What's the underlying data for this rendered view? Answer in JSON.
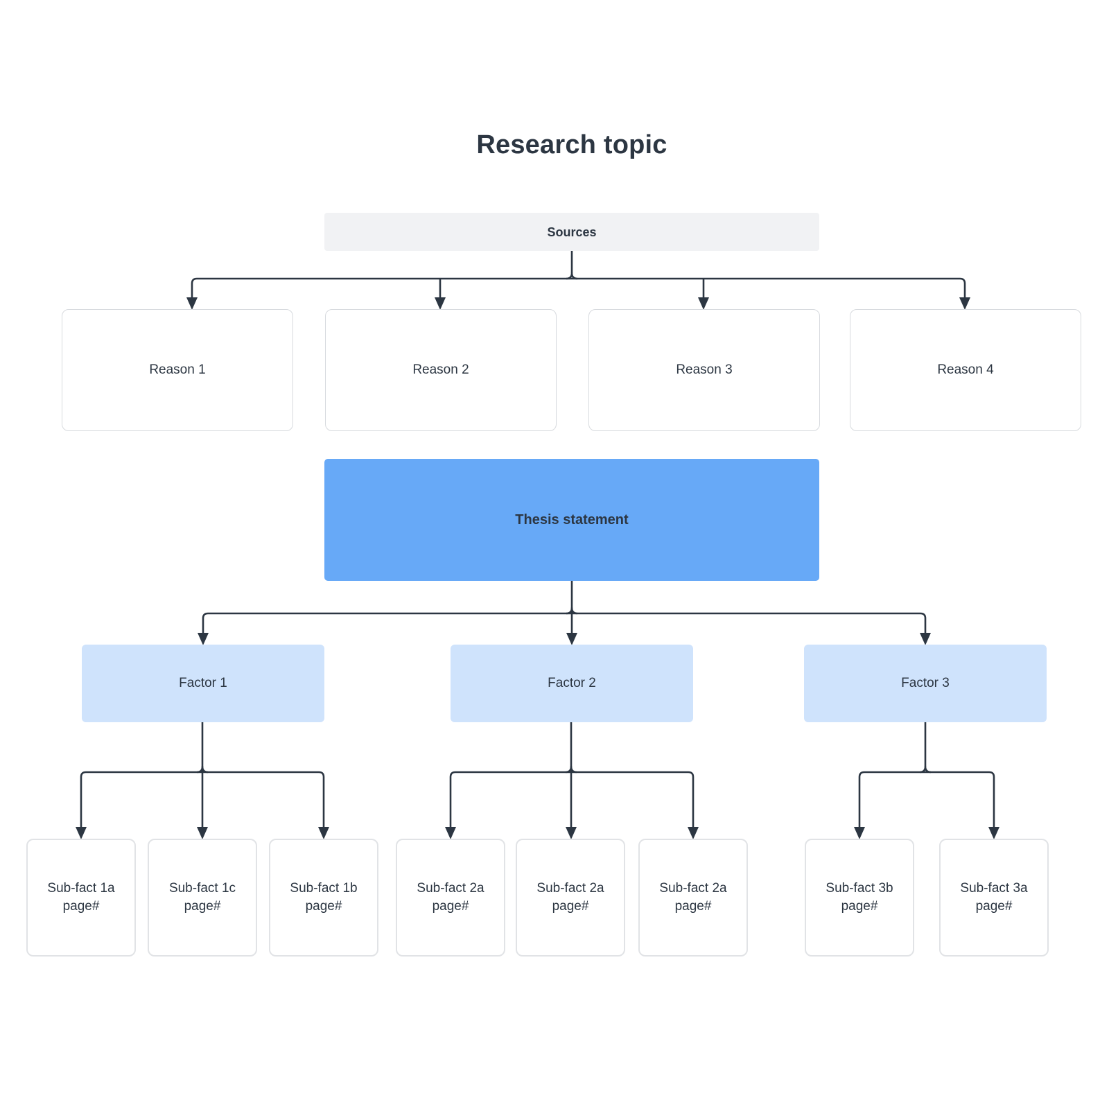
{
  "title": "Research topic",
  "colors": {
    "text": "#2c3642",
    "line": "#2c3642",
    "thesis_bg": "#67a9f7",
    "factor_bg": "#cfe3fc",
    "sources_bg": "#f1f2f4",
    "reason_border": "#d7dade",
    "subfact_border": "#e1e3e6",
    "canvas_bg": "#ffffff"
  },
  "sources": {
    "label": "Sources"
  },
  "reasons": [
    {
      "label": "Reason 1"
    },
    {
      "label": "Reason 2"
    },
    {
      "label": "Reason 3"
    },
    {
      "label": "Reason 4"
    }
  ],
  "thesis": {
    "label": "Thesis statement"
  },
  "factors": [
    {
      "label": "Factor 1"
    },
    {
      "label": "Factor 2"
    },
    {
      "label": "Factor 3"
    }
  ],
  "subfacts": [
    [
      {
        "label": "Sub-fact 1a",
        "page": "page#"
      },
      {
        "label": "Sub-fact 1c",
        "page": "page#"
      },
      {
        "label": "Sub-fact 1b",
        "page": "page#"
      }
    ],
    [
      {
        "label": "Sub-fact 2a",
        "page": "page#"
      },
      {
        "label": "Sub-fact 2a",
        "page": "page#"
      },
      {
        "label": "Sub-fact 2a",
        "page": "page#"
      }
    ],
    [
      {
        "label": "Sub-fact 3b",
        "page": "page#"
      },
      {
        "label": "Sub-fact 3a",
        "page": "page#"
      }
    ]
  ]
}
